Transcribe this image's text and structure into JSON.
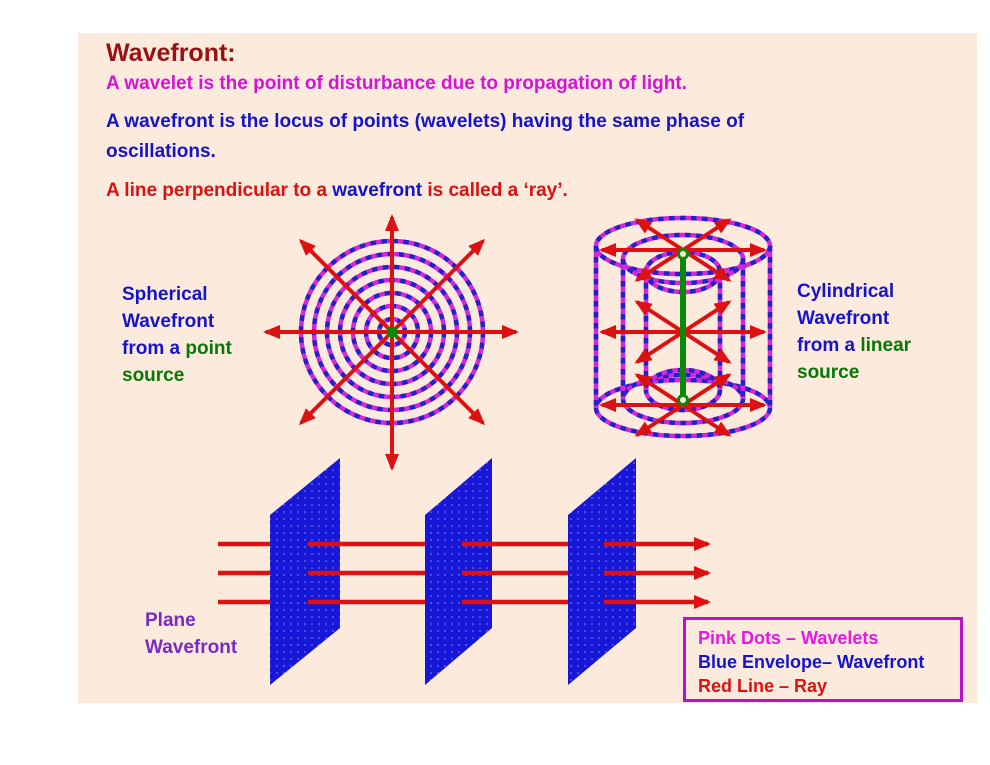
{
  "slide": {
    "title": "Wavefront:",
    "wavelet_definition": "A wavelet is the point of disturbance due to propagation of light.",
    "wavefront_definition": "A wavefront is the locus of points (wavelets) having the same phase of\noscillations.",
    "ray_definition": {
      "part1": "A line perpendicular to a ",
      "part2": "wavefront",
      "part3": " is called a ‘ray’."
    }
  },
  "labels": {
    "spherical": {
      "blue_part": "Spherical Wavefront from a",
      "green_part": "point source"
    },
    "cylindrical": {
      "blue_part": "Cylindrical Wavefront from a",
      "green_part": "linear source"
    },
    "plane": "Plane Wavefront"
  },
  "legend": {
    "pink_item": "Pink Dots – Wavelets",
    "blue_item": "Blue Envelope– Wavefront",
    "red_item": "Red Line – Ray"
  },
  "colors": {
    "page_background": "#ffffff",
    "slide_background": "#fceadd",
    "title_maroon": "#991111",
    "magenta_text": "#d414d4",
    "blue_text": "#1414cc",
    "red_text": "#dd1111",
    "green_text": "#077807",
    "purple_text": "#7a2ac0",
    "wavefront_dash_blue": "#2222cc",
    "wavelet_dot_magenta": "#d428d4",
    "ray_red": "#dd1111",
    "source_green": "#088a08",
    "plane_fill": "#1717d8",
    "legend_border": "#bb10cc"
  }
}
